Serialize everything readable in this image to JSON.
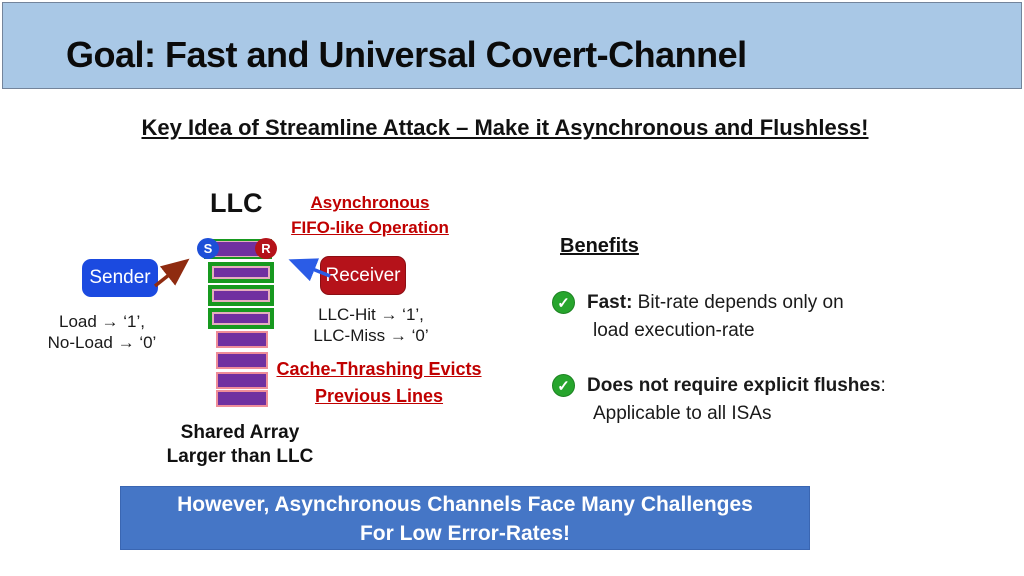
{
  "slide": {
    "title": "Goal: Fast and Universal Covert-Channel",
    "key_idea": "Key Idea of Streamline Attack – Make it Asynchronous and Flushless!",
    "diagram": {
      "llc_label": "LLC",
      "async_line1": "Asynchronous",
      "async_line2": "FIFO-like Operation",
      "sender_label": "Sender",
      "receiver_label": "Receiver",
      "s_badge": "S",
      "r_badge": "R",
      "load_line1": "Load → ‘1’,",
      "load_line2": "No-Load → ‘0’",
      "hit_line1": "LLC-Hit → ‘1’,",
      "hit_line2": "LLC-Miss → ‘0’",
      "thrash_line1": "Cache-Thrashing Evicts",
      "thrash_line2": "Previous Lines",
      "shared_line1": "Shared Array",
      "shared_line2": "Larger than LLC",
      "green_rows": 3,
      "pink_rows": 4
    },
    "benefits": {
      "heading": "Benefits",
      "items": [
        {
          "bold": "Fast:",
          "rest": " Bit-rate depends only on",
          "line2": "load execution-rate"
        },
        {
          "bold": "Does not require explicit flushes",
          "rest": ":",
          "line2": "Applicable to all ISAs"
        }
      ]
    },
    "challenge_box": {
      "line1": "However, Asynchronous Channels Face Many Challenges",
      "line2": "For Low Error-Rates!"
    },
    "colors": {
      "title_bar_bg": "#a9c8e6",
      "sender_blue": "#1b4ae0",
      "receiver_red": "#b5121a",
      "cache_purple": "#7030a0",
      "cache_green_border": "#17991f",
      "cache_pink_border": "#ef8d99",
      "red_text": "#c00000",
      "challenge_box_bg": "#4576c6",
      "check_green": "#27a52d",
      "sender_arrow": "#8f2b10",
      "receiver_arrow": "#2b5ce6"
    }
  }
}
